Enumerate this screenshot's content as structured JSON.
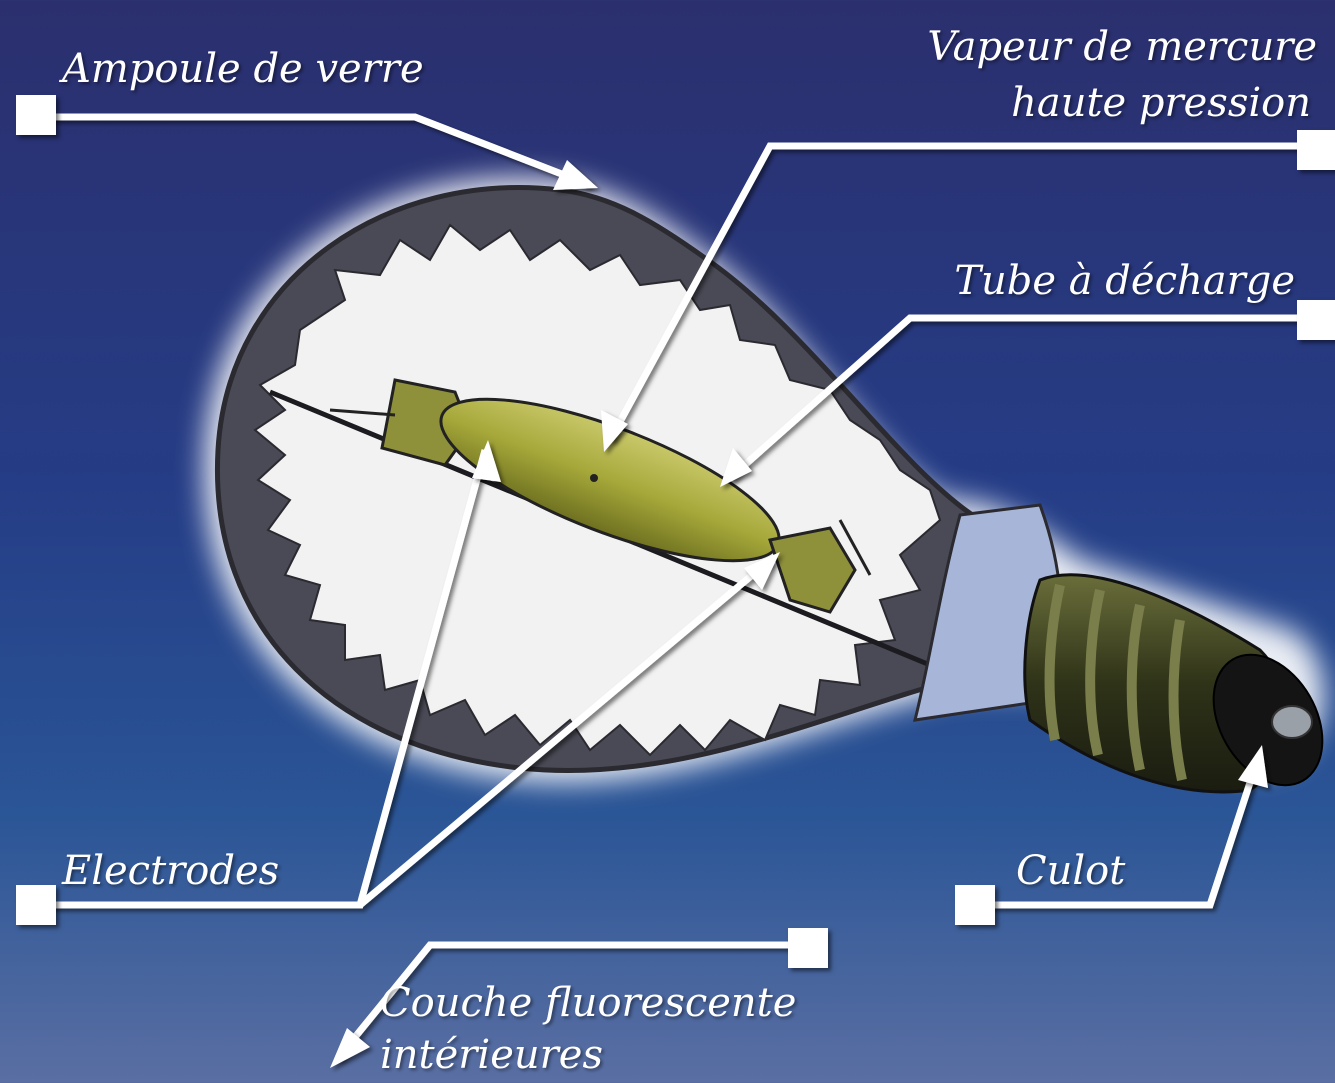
{
  "labels": {
    "ampoule": "Ampoule de verre",
    "vapeur_line1": "Vapeur de mercure",
    "vapeur_line2": "haute pression",
    "tube": "Tube à décharge",
    "electrodes": "Electrodes",
    "culot": "Culot",
    "couche_line1": "Couche fluorescente",
    "couche_line2": "intérieures"
  },
  "colors": {
    "background_top": "#2b2f6e",
    "background_bottom": "#5a6fa3",
    "glass_outline": "#3a3a44",
    "interior": "#f2f2f2",
    "discharge_tube": "#a6a83a",
    "base_thread": "#2f3318",
    "leader": "#ffffff"
  }
}
